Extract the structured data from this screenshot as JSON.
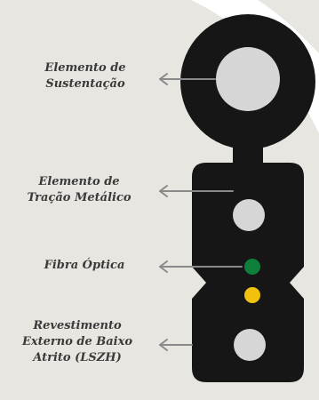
{
  "labels": {
    "support": [
      "Elemento de",
      "Sustentação"
    ],
    "tension": [
      "Elemento de",
      "Tração Metálico"
    ],
    "fiber": "Fibra Óptica",
    "jacket": [
      "Revestimento",
      "Externo de Baixo",
      "Atrito (LSZH)"
    ]
  },
  "colors": {
    "background_panel": "#e8e6e1",
    "cable_body": "#161616",
    "strength_element": "#d6d6d6",
    "fiber_green": "#0f7f3c",
    "fiber_yellow": "#f2c10e",
    "arrow": "#8a8a8a",
    "text": "#3a3a3a"
  }
}
